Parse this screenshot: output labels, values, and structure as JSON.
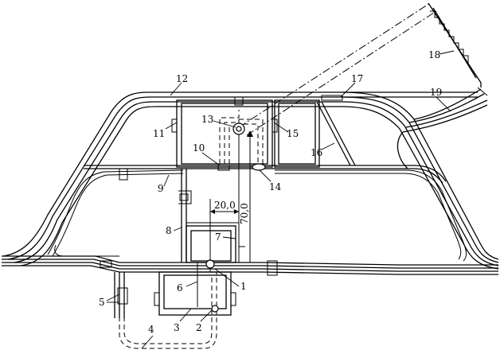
{
  "labels": [
    {
      "id": "1",
      "text": "1"
    },
    {
      "id": "2",
      "text": "2"
    },
    {
      "id": "3",
      "text": "3"
    },
    {
      "id": "4",
      "text": "4"
    },
    {
      "id": "5",
      "text": "5"
    },
    {
      "id": "6",
      "text": "6"
    },
    {
      "id": "7",
      "text": "7"
    },
    {
      "id": "8",
      "text": "8"
    },
    {
      "id": "9",
      "text": "9"
    },
    {
      "id": "10",
      "text": "10"
    },
    {
      "id": "11",
      "text": "11"
    },
    {
      "id": "12",
      "text": "12"
    },
    {
      "id": "13",
      "text": "13"
    },
    {
      "id": "14",
      "text": "14"
    },
    {
      "id": "15",
      "text": "15"
    },
    {
      "id": "16",
      "text": "16"
    },
    {
      "id": "17",
      "text": "17"
    },
    {
      "id": "18",
      "text": "18"
    },
    {
      "id": "19",
      "text": "19"
    }
  ],
  "dimensions": {
    "horizontal": "20,0",
    "vertical": "70,0"
  }
}
